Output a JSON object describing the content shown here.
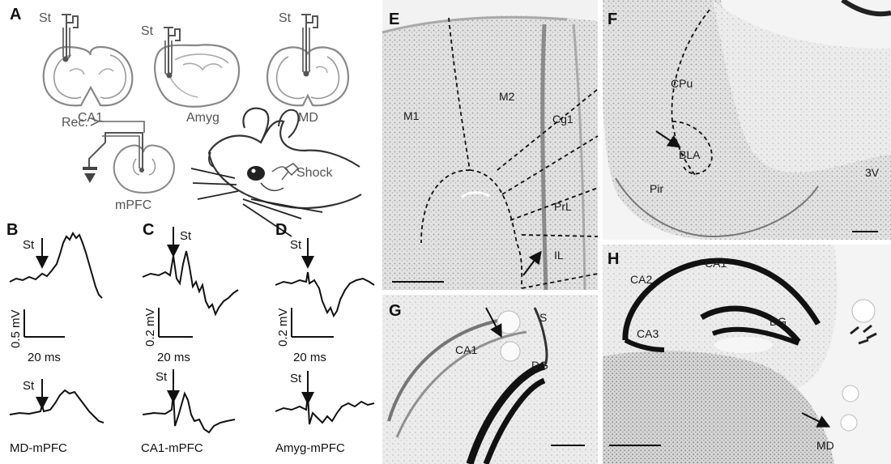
{
  "panels": {
    "A": {
      "letter": "A",
      "stim_label": "St",
      "targets": [
        "CA1",
        "Amyg",
        "MD"
      ],
      "record_label": "Rec.",
      "mpfc_label": "mPFC",
      "shock_label": "Shock"
    },
    "B": {
      "letter": "B",
      "stim_label": "St",
      "scale_v": "0.5 mV",
      "scale_t": "20 ms",
      "caption": "MD-mPFC"
    },
    "C": {
      "letter": "C",
      "stim_label": "St",
      "scale_v": "0.2 mV",
      "scale_t": "20 ms",
      "caption": "CA1-mPFC"
    },
    "D": {
      "letter": "D",
      "stim_label": "St",
      "scale_v": "0.2 mV",
      "scale_t": "20 ms",
      "caption": "Amyg-mPFC"
    },
    "E": {
      "letter": "E",
      "regions": [
        "M1",
        "M2",
        "Cg1",
        "PrL",
        "IL"
      ]
    },
    "F": {
      "letter": "F",
      "regions": [
        "CPu",
        "BLA",
        "Pir",
        "3V"
      ]
    },
    "G": {
      "letter": "G",
      "regions": [
        "CA1",
        "S",
        "DG"
      ]
    },
    "H": {
      "letter": "H",
      "regions": [
        "CA1",
        "CA2",
        "CA3",
        "DG",
        "MD"
      ]
    }
  }
}
